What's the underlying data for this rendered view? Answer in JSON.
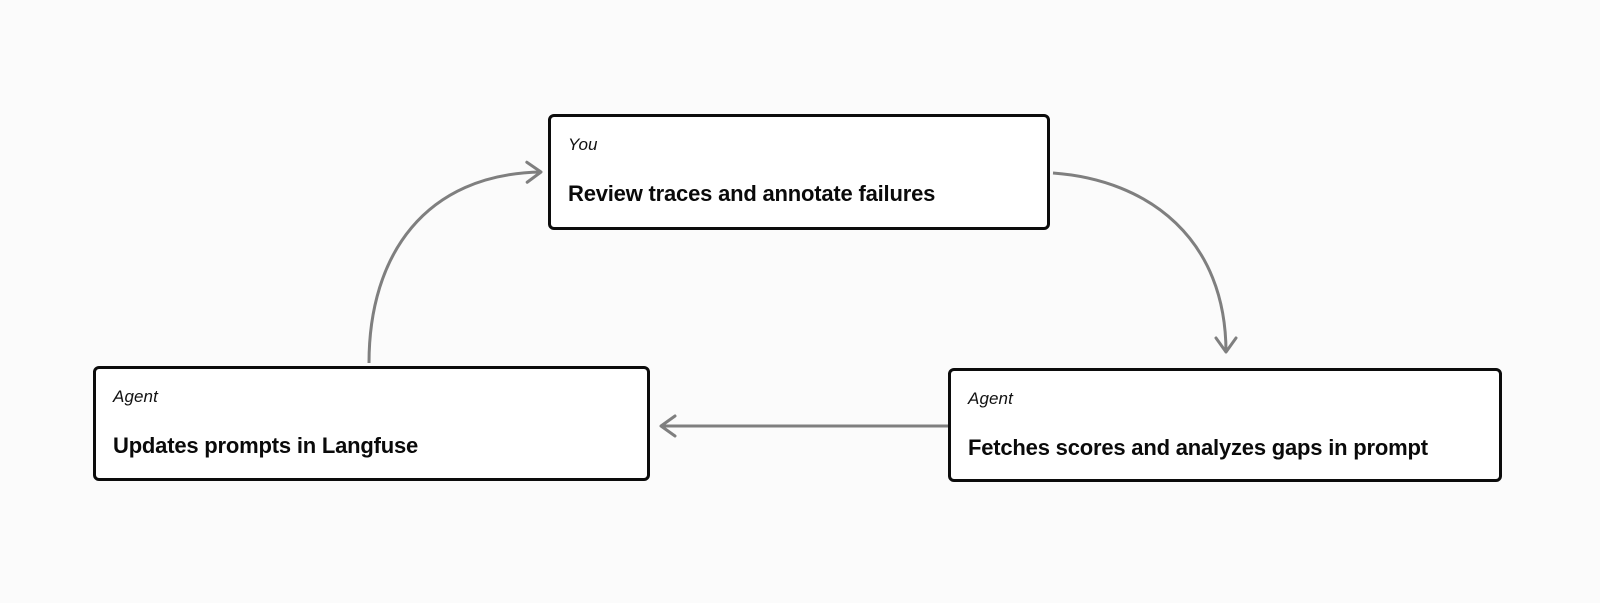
{
  "diagram": {
    "nodes": {
      "review": {
        "role": "You",
        "label": "Review traces and annotate failures"
      },
      "fetch": {
        "role": "Agent",
        "label": "Fetches scores and analyzes gaps in prompt"
      },
      "update": {
        "role": "Agent",
        "label": "Updates prompts in Langfuse"
      }
    },
    "edges": [
      {
        "from": "update",
        "to": "review",
        "shape": "curved-up-right"
      },
      {
        "from": "review",
        "to": "fetch",
        "shape": "curved-right-down"
      },
      {
        "from": "fetch",
        "to": "update",
        "shape": "straight-left"
      }
    ],
    "colors": {
      "arrow": "#7f7f7f",
      "node_border": "#0c0c0c",
      "node_background": "#ffffff",
      "canvas_background": "#fbfbfb"
    }
  }
}
